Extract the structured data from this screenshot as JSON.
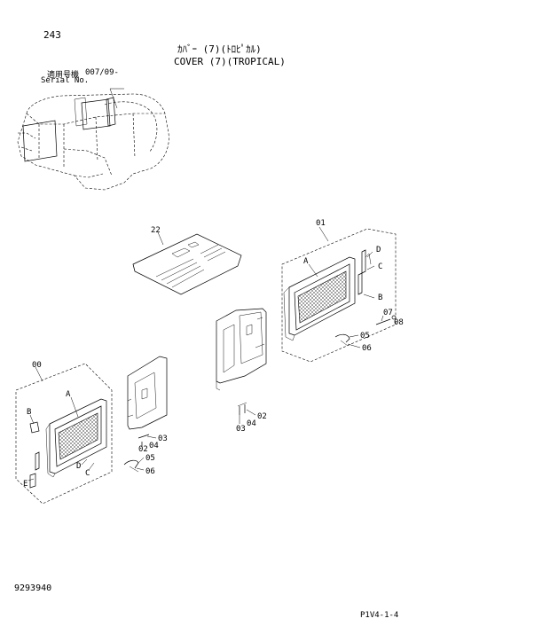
{
  "header": {
    "page_number": "243",
    "title_jp": "ｶﾊﾞｰ (7)(ﾄﾛﾋﾟｶﾙ)",
    "title_en": "COVER (7)(TROPICAL)"
  },
  "serial": {
    "label_jp": "適用号機",
    "label_en": "Serial No.",
    "value": "007/09-"
  },
  "callouts": {
    "p00": "00",
    "p01": "01",
    "p02": "02",
    "p03": "03",
    "p04": "04",
    "p05": "05",
    "p06": "06",
    "p07": "07",
    "p08": "08",
    "p22": "22",
    "A": "A",
    "B": "B",
    "C": "C",
    "D": "D",
    "E": "E"
  },
  "footer": {
    "doc_number": "9293940",
    "page_code": "P1V4-1-4"
  }
}
